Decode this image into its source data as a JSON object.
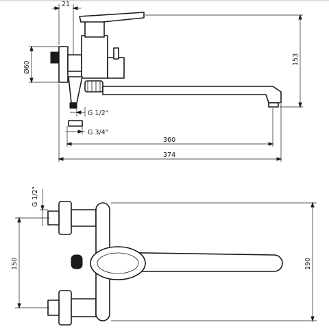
{
  "top_view": {
    "dim_offset": "21",
    "dim_diameter": "Ø60",
    "dim_height": "153",
    "dim_inlet_thread": "G 1/2\"",
    "dim_nut_thread": "G 3/4\"",
    "dim_spout_reach": "360",
    "dim_total_length": "374"
  },
  "front_view": {
    "dim_inlet_thread": "G 1/2\"",
    "dim_spacing": "150",
    "dim_height": "190"
  },
  "colors": {
    "line": "#1a1a1a",
    "background": "#ffffff"
  }
}
